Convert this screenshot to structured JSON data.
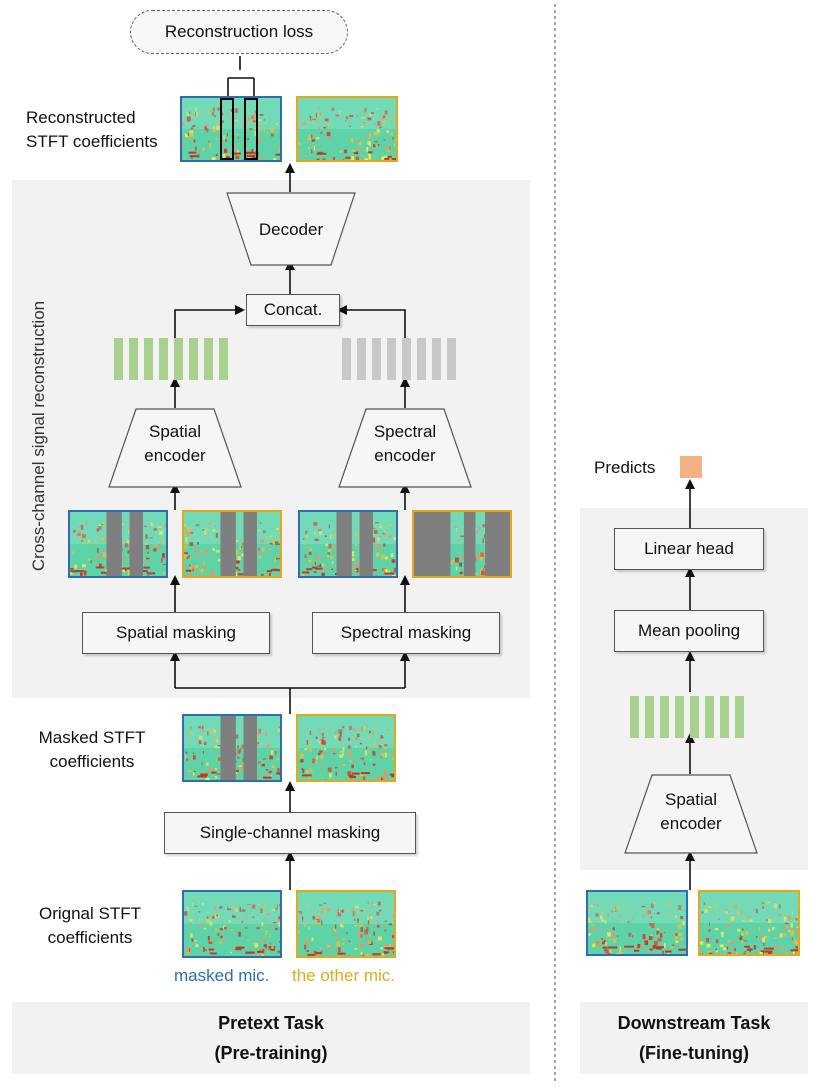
{
  "pretext": {
    "recon_loss": "Reconstruction loss",
    "reconstructed_label": [
      "Reconstructed",
      "STFT coefficients"
    ],
    "decoder": "Decoder",
    "concat": "Concat.",
    "spatial_encoder": [
      "Spatial",
      "encoder"
    ],
    "spectral_encoder": [
      "Spectral",
      "encoder"
    ],
    "spatial_masking": "Spatial masking",
    "spectral_masking": "Spectral masking",
    "side_label": "Cross-channel signal reconstruction",
    "masked_label": [
      "Masked STFT",
      "coefficients"
    ],
    "single_masking": "Single-channel masking",
    "original_label": [
      "Orignal STFT",
      "coefficients"
    ],
    "legend_masked": "masked mic.",
    "legend_other": "the other mic.",
    "caption_title": "Pretext Task",
    "caption_sub": "(Pre-training)"
  },
  "downstream": {
    "predicts": "Predicts",
    "linear_head": "Linear head",
    "mean_pooling": "Mean pooling",
    "spatial_encoder": [
      "Spatial",
      "encoder"
    ],
    "caption_title": "Downstream Task",
    "caption_sub": "(Fine-tuning)"
  },
  "colors": {
    "masked_mic": "#2e6db3",
    "other_mic": "#e5a81d",
    "feature_green": "#a9d18e",
    "feature_gray": "#c8c8c8",
    "predict_orange": "#f4b183"
  }
}
